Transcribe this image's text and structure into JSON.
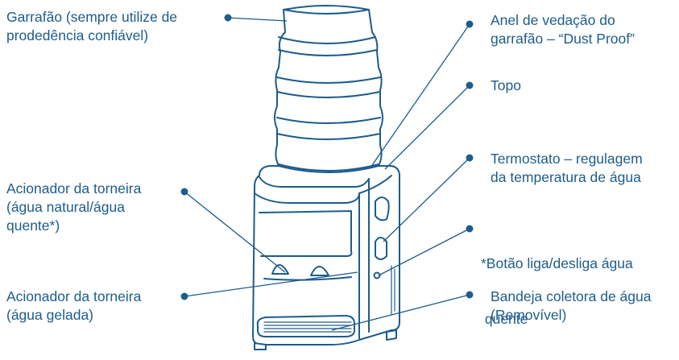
{
  "colors": {
    "text": "#1d5c8c",
    "outline": "#1d5c8c",
    "fill": "#ffffff"
  },
  "labels": {
    "garrafao": [
      "Garrafão (sempre utilize de",
      "prodedência confiável)"
    ],
    "anel": [
      "Anel de vedação do",
      "garrafão – “Dust Proof”"
    ],
    "topo": [
      "Topo"
    ],
    "termostato": [
      "Termostato – regulagem",
      "da temperatura de água"
    ],
    "botao": [
      "*Botão liga/desliga água",
      " quente"
    ],
    "bandeja": [
      "Bandeja coletora de água",
      "(Removível)"
    ],
    "acionador_natural": [
      "Acionador da torneira",
      "(água natural/água",
      "quente*)"
    ],
    "acionador_gelada": [
      "Acionador da torneira",
      "(água gelada)"
    ]
  }
}
